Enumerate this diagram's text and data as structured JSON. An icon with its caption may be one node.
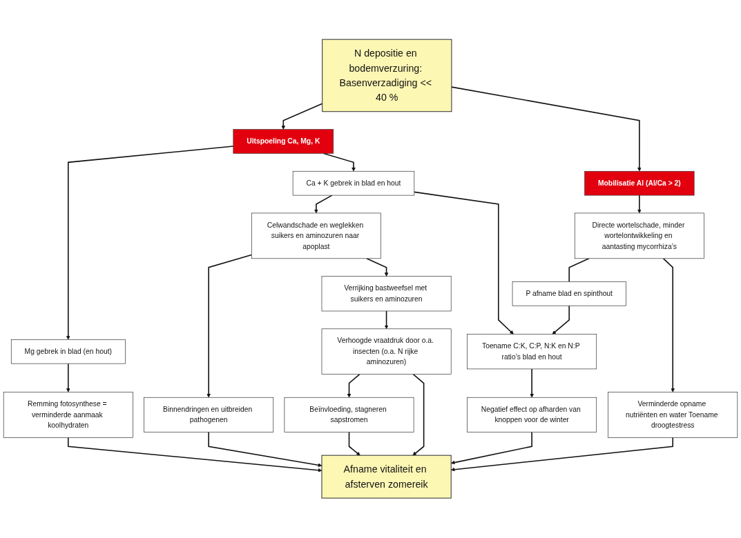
{
  "diagram": {
    "nodes": [
      {
        "text": [
          "N depositie en bodemverzuring: Basenverzadiging << 40 %"
        ]
      },
      {
        "text": [
          "Uitspoeling Ca, Mg, K"
        ]
      },
      {
        "text": [
          "Mobilisatie Al (Al/Ca > 2)"
        ]
      },
      {
        "text": [
          "Mg gebrek in blad (en hout)"
        ]
      },
      {
        "text": [
          "Ca + K gebrek in blad en hout"
        ]
      },
      {
        "text": [
          "Directe wortelschade, minder wortelontwikkeling en aantasting mycorrhiza’s"
        ]
      },
      {
        "text": [
          "Remming fotosynthese = verminderde aanmaak koolhydraten"
        ]
      },
      {
        "text": [
          "Celwandschade en weglekken suikers en aminozuren naar apoplast"
        ]
      },
      {
        "text": [
          "P afname blad en spinthout"
        ]
      },
      {
        "text": [
          "Binnendringen en uitbreiden pathogenen"
        ]
      },
      {
        "text": [
          "Verrijking bastweefsel met suikers en aminozuren"
        ]
      },
      {
        "text": [
          "Toename C:K, C:P, N:K en N:P ratio’s blad en hout"
        ]
      },
      {
        "text": [
          "Verminderde opname nutriënten en water Toename droogtestress"
        ]
      },
      {
        "text": [
          "Negatief effect op afharden van knoppen voor de winter"
        ]
      },
      {
        "text": [
          "Verhoogde vraatdruk door o.a. insecten (o.a. N rijke aminozuren)"
        ]
      },
      {
        "text": [
          "Beïnvloeding, stagneren sapstromen"
        ]
      },
      {
        "text": [
          "Afname vitaliteit en afsterven zomereik"
        ]
      }
    ],
    "edges": [
      {
        "from": 0,
        "to": 1,
        "arrow": "to"
      },
      {
        "from": 0,
        "to": 2,
        "arrow": "to"
      },
      {
        "from": 1,
        "to": 3,
        "arrow": "to"
      },
      {
        "from": 1,
        "to": 4,
        "arrow": "to"
      },
      {
        "from": 2,
        "to": 5,
        "arrow": "to"
      },
      {
        "from": 3,
        "to": 6,
        "arrow": "to"
      },
      {
        "from": 4,
        "to": 7,
        "arrow": "to"
      },
      {
        "from": 4,
        "to": 11,
        "arrow": "to"
      },
      {
        "from": 5,
        "to": 8,
        "arrow": "none"
      },
      {
        "from": 5,
        "to": 12,
        "arrow": "to"
      },
      {
        "from": 7,
        "to": 9,
        "arrow": "to"
      },
      {
        "from": 7,
        "to": 10,
        "arrow": "to"
      },
      {
        "from": 8,
        "to": 11,
        "arrow": "to"
      },
      {
        "from": 10,
        "to": 14,
        "arrow": "to"
      },
      {
        "from": 11,
        "to": 13,
        "arrow": "to"
      },
      {
        "from": 14,
        "to": 15,
        "arrow": "to"
      },
      {
        "from": 6,
        "to": 16,
        "arrow": "to"
      },
      {
        "from": 9,
        "to": 16,
        "arrow": "to"
      },
      {
        "from": 13,
        "to": 16,
        "arrow": "to"
      },
      {
        "from": 14,
        "to": 16,
        "arrow": "to"
      },
      {
        "from": 15,
        "to": 16,
        "arrow": "to"
      },
      {
        "from": 12,
        "to": 16,
        "arrow": "to"
      }
    ]
  }
}
